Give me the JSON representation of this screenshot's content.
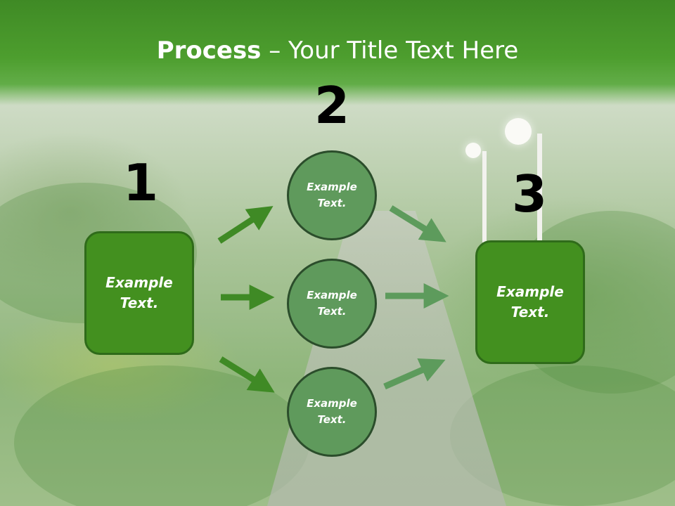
{
  "slide": {
    "title_bold": "Process",
    "title_rest": " – Your Title Text Here"
  },
  "steps": {
    "step1": "1",
    "step2": "2",
    "step3": "3"
  },
  "nodes": {
    "left_box": "Example\nText.",
    "circle_top": "Example\nText.",
    "circle_middle": "Example\nText.",
    "circle_bottom": "Example\nText.",
    "right_box": "Example\nText."
  },
  "colors": {
    "header_green": "#4d9e2e",
    "box_green": "#43901f",
    "circle_green": "#5f9a5c",
    "arrow_dark_green": "#3f8a25",
    "arrow_muted_green": "#5d9b5c"
  }
}
